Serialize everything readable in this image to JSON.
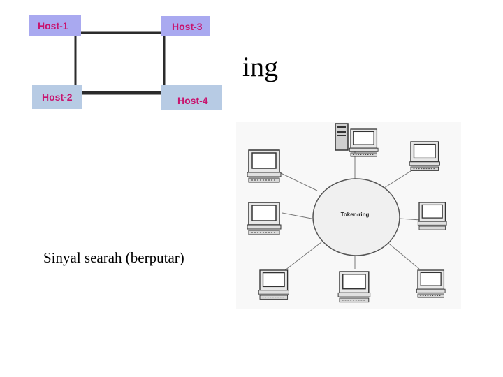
{
  "hosts": {
    "host1": "Host-1",
    "host2": "Host-2",
    "host3": "Host-3",
    "host4": "Host-4"
  },
  "heading_fragment": "ing",
  "caption": "Sinyal searah (berputar)",
  "ring": {
    "label": "Token-ring"
  },
  "colors": {
    "host_label_bg": "#a9a9f0",
    "host_label_bg_lower": "#b7cbe4",
    "host_text": "#c8146e",
    "link": "#2b2b2b"
  }
}
